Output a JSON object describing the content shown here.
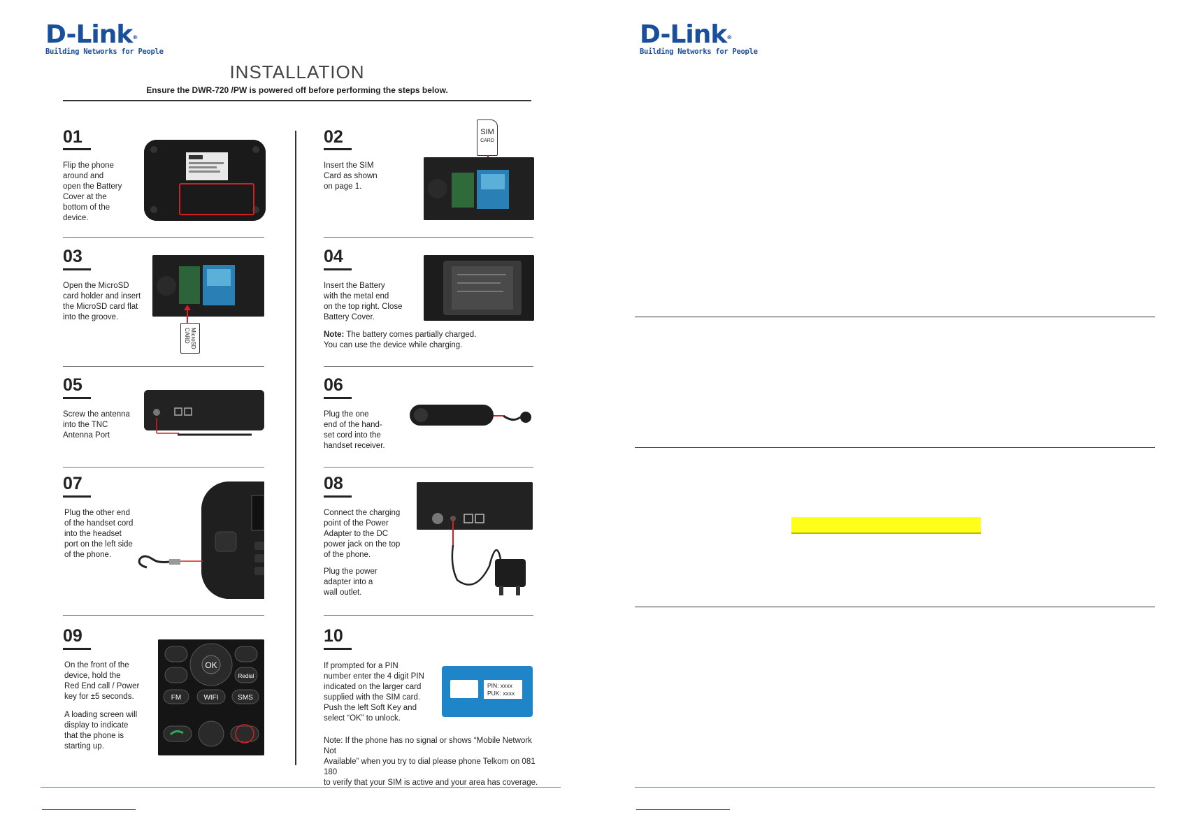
{
  "brand": {
    "name": "D-Link",
    "reg": "®",
    "tagline": "Building Networks for People",
    "color": "#1a4f9c"
  },
  "left_page": {
    "title": "INSTALLATION",
    "subtitle": "Ensure the DWR-720 /PW is powered off before performing the steps below.",
    "steps": [
      {
        "num": "01",
        "text": "Flip the phone\naround and\nopen the Battery\nCover at the\nbottom of the\ndevice."
      },
      {
        "num": "02",
        "text": "Insert the SIM\nCard as shown\non page 1."
      },
      {
        "num": "03",
        "text": "Open the MicroSD\ncard holder and insert\nthe MicroSD card flat\ninto the groove."
      },
      {
        "num": "04",
        "text": "Insert the Battery\nwith the metal end\non the top right. Close\nBattery Cover."
      },
      {
        "num": "05",
        "text": "Screw the antenna\ninto the TNC\nAntenna Port"
      },
      {
        "num": "06",
        "text": "Plug the one\nend of the hand-\nset cord into the\nhandset receiver."
      },
      {
        "num": "07",
        "text": "Plug the other end\nof the handset cord\ninto the headset\nport on the left side\nof the phone."
      },
      {
        "num": "08",
        "text": "Connect the charging\npoint of the Power\nAdapter to the DC\npower jack on the top\nof the phone."
      },
      {
        "num": "09",
        "text": "On the front of the\ndevice, hold the\nRed End call / Power\nkey for ±5 seconds."
      },
      {
        "num": "10",
        "text": "If prompted for a PIN\nnumber enter the 4 digit PIN\nindicated on the larger card\nsupplied with the SIM card.\nPush the left Soft Key and\nselect “OK” to unlock."
      }
    ],
    "step04_note_label": "Note:",
    "step04_note_text": " The battery comes partially charged.\nYou can use the device while charging.",
    "step08_extra": "Plug the power\nadapter into a\nwall outlet.",
    "step09_extra": "A loading screen will\ndisplay to indicate\nthat the phone is\nstarting up.",
    "step10_note": "Note: If the phone has no signal or shows “Mobile Network Not\nAvailable” when you try to dial please phone Telkom on 081 180\nto verify that your SIM is active and your area has coverage.",
    "sim_label_top": "SIM",
    "sim_label_bottom": "CARD",
    "microsd_label": "MicroSD\nCARD",
    "pin_lines": "PIN: xxxx\nPUK: xxxx",
    "keypad": {
      "ok": "OK",
      "redial": "Redial",
      "fm": "FM",
      "wifi": "WIFI",
      "sms": "SMS"
    }
  },
  "colors": {
    "highlight": "#ffff19",
    "red_marker": "#d42020",
    "pin_card_blue": "#1e86c8"
  }
}
